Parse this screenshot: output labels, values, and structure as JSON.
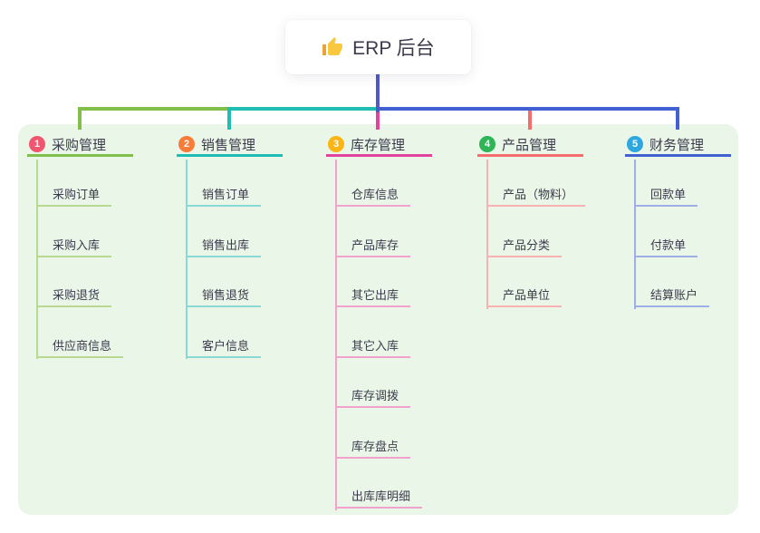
{
  "root": {
    "label": "ERP 后台",
    "icon": "thumbs-up-icon"
  },
  "colors": {
    "panel_background": "#EAF6E7",
    "root_connector": "#5158C8",
    "text": "#3B3B4D"
  },
  "branches": [
    {
      "number": "1",
      "label": "采购管理",
      "line_color": "#82BE4A",
      "badge_color": "#F1566E",
      "children": [
        "采购订单",
        "采购入库",
        "采购退货",
        "供应商信息"
      ]
    },
    {
      "number": "2",
      "label": "销售管理",
      "line_color": "#1EBEB4",
      "badge_color": "#F97B38",
      "children": [
        "销售订单",
        "销售出库",
        "销售退货",
        "客户信息"
      ]
    },
    {
      "number": "3",
      "label": "库存管理",
      "line_color": "#E0449C",
      "badge_color": "#FBB616",
      "children": [
        "仓库信息",
        "产品库存",
        "其它出库",
        "其它入库",
        "库存调拨",
        "库存盘点",
        "出库库明细"
      ]
    },
    {
      "number": "4",
      "label": "产品管理",
      "line_color": "#F56C6C",
      "badge_color": "#2FB457",
      "children": [
        "产品（物料）",
        "产品分类",
        "产品单位"
      ]
    },
    {
      "number": "5",
      "label": "财务管理",
      "line_color": "#4161D2",
      "badge_color": "#2EA7E0",
      "children": [
        "回款单",
        "付款单",
        "结算账户"
      ]
    }
  ]
}
